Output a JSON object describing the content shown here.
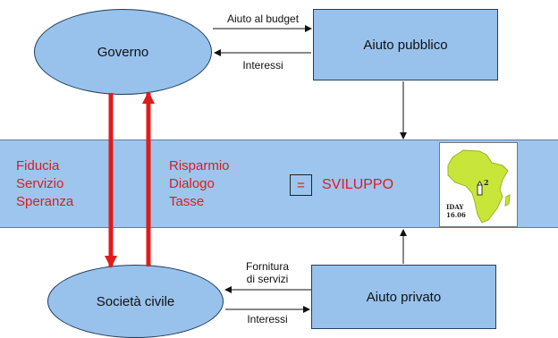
{
  "nodes": {
    "governo": "Governo",
    "aiuto_pubblico": "Aiuto pubblico",
    "societa_civile": "Società civile",
    "aiuto_privato": "Aiuto privato"
  },
  "edge_labels": {
    "aiuto_al_budget": "Aiuto al budget",
    "interessi_top": "Interessi",
    "fornitura_line1": "Fornitura",
    "fornitura_line2": "di servizi",
    "interessi_bottom": "Interessi"
  },
  "band": {
    "values_col1": [
      "Fiducia",
      "Servizio",
      "Speranza"
    ],
    "values_col2": [
      "Risparmio",
      "Dialogo",
      "Tasse"
    ],
    "equals": "=",
    "result": "SVILUPPO"
  },
  "logo": {
    "line1": "IDAY",
    "line2": "16.06",
    "superscript": "2"
  },
  "colors": {
    "shape_fill": "#98c2ec",
    "band_fill": "#9dc5ee",
    "accent_red": "#e01b1b",
    "africa_green": "#c8e63a"
  }
}
